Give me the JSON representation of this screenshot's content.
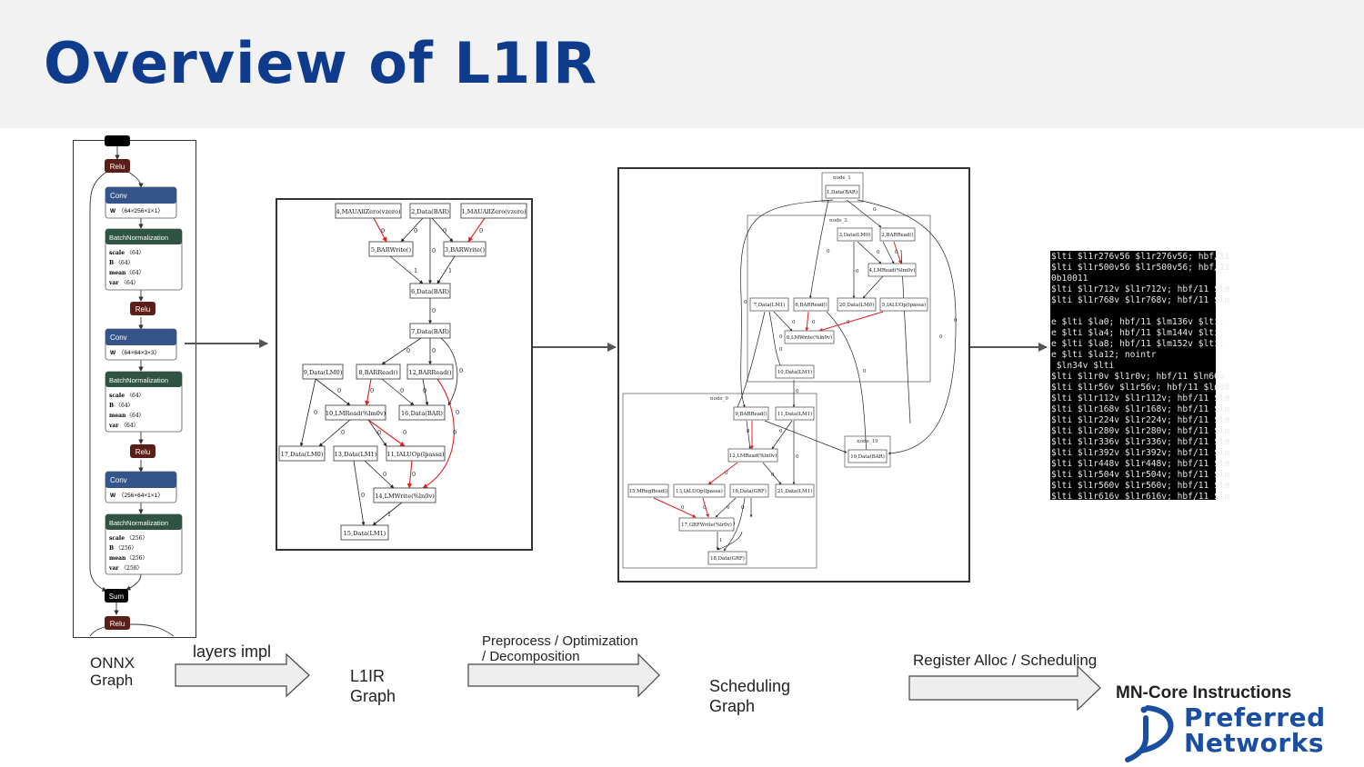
{
  "slide": {
    "title": "Overview of L1IR"
  },
  "onnx_graph": {
    "nodes": [
      {
        "type": "Relu"
      },
      {
        "type": "Conv",
        "attrs": [
          {
            "k": "W",
            "v": "〈64×256×1×1〉"
          }
        ]
      },
      {
        "type": "BatchNormalization",
        "attrs": [
          {
            "k": "scale",
            "v": "〈64〉"
          },
          {
            "k": "B",
            "v": "〈64〉"
          },
          {
            "k": "mean",
            "v": "〈64〉"
          },
          {
            "k": "var",
            "v": "〈64〉"
          }
        ]
      },
      {
        "type": "Relu"
      },
      {
        "type": "Conv",
        "attrs": [
          {
            "k": "W",
            "v": "〈64×64×3×3〉"
          }
        ]
      },
      {
        "type": "BatchNormalization",
        "attrs": [
          {
            "k": "scale",
            "v": "〈64〉"
          },
          {
            "k": "B",
            "v": "〈64〉"
          },
          {
            "k": "mean",
            "v": "〈64〉"
          },
          {
            "k": "var",
            "v": "〈64〉"
          }
        ]
      },
      {
        "type": "Relu"
      },
      {
        "type": "Conv",
        "attrs": [
          {
            "k": "W",
            "v": "〈256×64×1×1〉"
          }
        ]
      },
      {
        "type": "BatchNormalization",
        "attrs": [
          {
            "k": "scale",
            "v": "〈256〉"
          },
          {
            "k": "B",
            "v": "〈256〉"
          },
          {
            "k": "mean",
            "v": "〈256〉"
          },
          {
            "k": "var",
            "v": "〈256〉"
          }
        ]
      },
      {
        "type": "Sum"
      },
      {
        "type": "Relu"
      }
    ]
  },
  "l1ir_graph": {
    "nodes": [
      "4,MAUAllZero(vzero)",
      "2,Data(BAR)",
      "1,MAUAllZero(vzero)",
      "5,BARWrite()",
      "3,BARWrite()",
      "6,Data(BAR)",
      "7,Data(BAR)",
      "9,Data(LM0)",
      "8,BARRead()",
      "12,BARRead()",
      "10,LMRead(%lm0v)",
      "16,Data(BAR)",
      "17,Data(LM0)",
      "13,Data(LM1)",
      "11,IALUOp(lpassa)",
      "14,LMWrite(%ln0v)",
      "15,Data(LM1)"
    ],
    "edge_labels": [
      "0",
      "1",
      "0",
      "0",
      "0",
      "0",
      "1",
      "1",
      "0",
      "0",
      "0",
      "0",
      "0",
      "0",
      "0",
      "0",
      "0",
      "0",
      "0",
      "0",
      "0",
      "1",
      "0",
      "0",
      "0",
      "0"
    ]
  },
  "scheduling_graph": {
    "clusters": [
      "node_1",
      "node_2",
      "node_9",
      "node_19"
    ],
    "nodes": [
      "1,Data(BAR)",
      "3,Data(LM0)",
      "2,BARRead()",
      "4,LMRead(%lm0v)",
      "7,Data(LM1)",
      "6,BARRead()",
      "20,Data(LM0)",
      "5,IALUOp(lpassa)",
      "8,LMWrite(%ln0v)",
      "10,Data(LM1)",
      "9,BARRead()",
      "11,Data(LM1)",
      "12,LMRead(%ln0v)",
      "15,MRegRead()",
      "13,IALUOp(lpassa)",
      "16,Data(GRF)",
      "21,Data(LM1)",
      "17,GRFWrite(%lr0v)",
      "18,Data(GRF)",
      "19,Data(BAR)"
    ],
    "edge_labels": [
      "0",
      "0",
      "0",
      "0",
      "0",
      "0",
      "0",
      "0",
      "0",
      "0",
      "0",
      "0",
      "0",
      "0",
      "0",
      "0",
      "0",
      "0",
      "0",
      "0",
      "0",
      "0",
      "0",
      "0",
      "0",
      "0",
      "0",
      "0",
      "0",
      "0",
      "0",
      "0",
      "0",
      "0",
      "0",
      "0",
      "1",
      "0",
      "0"
    ]
  },
  "instructions": {
    "lines": [
      "$lti $l1r276v56 $l1r276v56; hbf/11",
      "$lti $l1r500v56 $l1r500v56; hbf/11",
      "0b10011",
      "$lti $l1r712v $l1r712v; hbf/11 $lm",
      "$lti $l1r768v $l1r768v; hbf/11 $lm",
      "",
      "e $lti $la0; hbf/11 $lm136v $lti;",
      "e $lti $la4; hbf/11 $lm144v $lti;",
      "e $lti $la8; hbf/11 $lm152v $lti;",
      "e $lti $la12; nointr",
      " $ln34v $lti",
      "$lti $l1r0v $l1r0v; hbf/11 $ln66v",
      "$lti $l1r56v $l1r56v; hbf/11 $ln98",
      "$lti $l1r112v $l1r112v; hbf/11 $lm",
      "$lti $l1r168v $l1r168v; hbf/11 $lm",
      "$lti $l1r224v $l1r224v; hbf/11 $lm",
      "$lti $l1r280v $l1r280v; hbf/11 $lm",
      "$lti $l1r336v $l1r336v; hbf/11 $lm",
      "$lti $l1r392v $l1r392v; hbf/11 $lm",
      "$lti $l1r448v $l1r448v; hbf/11 $lm",
      "$lti $l1r504v $l1r504v; hbf/11 $lm",
      "$lti $l1r560v $l1r560v; hbf/11 $lm",
      "$lti $l1r616v $l1r616v; hbf/11 $lm"
    ]
  },
  "pipeline": {
    "onnx_label_1": "ONNX",
    "onnx_label_2": "Graph",
    "step1_label": "layers impl",
    "l1ir_label_1": "L1IR",
    "l1ir_label_2": "Graph",
    "step2_label_1": "Preprocess / Optimization",
    "step2_label_2": "/ Decomposition",
    "sched_label_1": "Scheduling",
    "sched_label_2": "Graph",
    "step3_label": "Register Alloc / Scheduling",
    "instr_label": "MN-Core Instructions"
  },
  "logo": {
    "line1": "Preferred",
    "line2": "Networks"
  },
  "colors": {
    "title": "#0f3b8c",
    "relu": "#5a1f18",
    "conv": "#35548a",
    "batchnorm": "#2f5443",
    "edge_highlight": "#e02020",
    "logo": "#1a4ea0"
  }
}
